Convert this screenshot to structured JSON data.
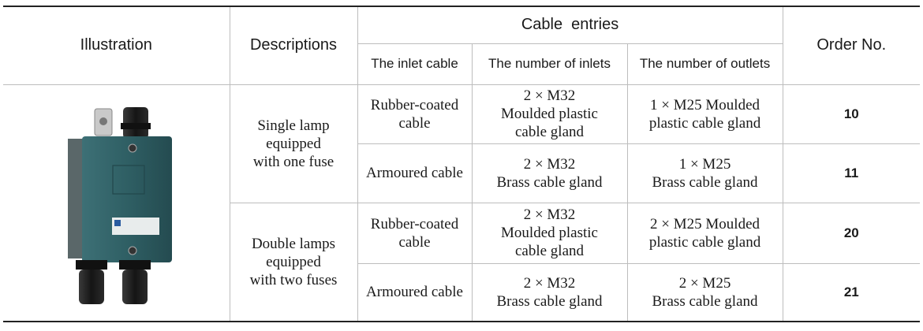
{
  "header": {
    "illustration": "Illustration",
    "descriptions": "Descriptions",
    "cable_entries": "Cable  entries",
    "inlet_cable": "The inlet cable",
    "num_inlets": "The number of inlets",
    "num_outlets": "The number of outlets",
    "order_no": "Order No."
  },
  "groups": [
    {
      "description": [
        "Single lamp",
        "equipped",
        "with one fuse"
      ]
    },
    {
      "description": [
        "Double lamps",
        "equipped",
        "with two fuses"
      ]
    }
  ],
  "rows": [
    {
      "inlet_cable": [
        "Rubber-coated",
        "cable"
      ],
      "inlets": [
        "2 × M32",
        "Moulded plastic",
        "cable gland"
      ],
      "outlets": [
        "1 × M25 Moulded",
        "plastic cable gland"
      ],
      "order": "10"
    },
    {
      "inlet_cable": [
        "Armoured cable"
      ],
      "inlets": [
        "2 × M32",
        "Brass cable gland"
      ],
      "outlets": [
        "1 × M25",
        "Brass cable gland"
      ],
      "order": "11"
    },
    {
      "inlet_cable": [
        "Rubber-coated",
        "cable"
      ],
      "inlets": [
        "2 × M32",
        "Moulded plastic",
        "cable gland"
      ],
      "outlets": [
        "2 × M25 Moulded",
        "plastic cable gland"
      ],
      "order": "20"
    },
    {
      "inlet_cable": [
        "Armoured cable"
      ],
      "inlets": [
        "2 × M32",
        "Brass cable gland"
      ],
      "outlets": [
        "2 × M25",
        "Brass cable gland"
      ],
      "order": "21"
    }
  ],
  "colors": {
    "enclosure": "#2f5f64",
    "gland": "#1c1c1c",
    "rule": "#222222",
    "grid": "#bdbdbd"
  }
}
